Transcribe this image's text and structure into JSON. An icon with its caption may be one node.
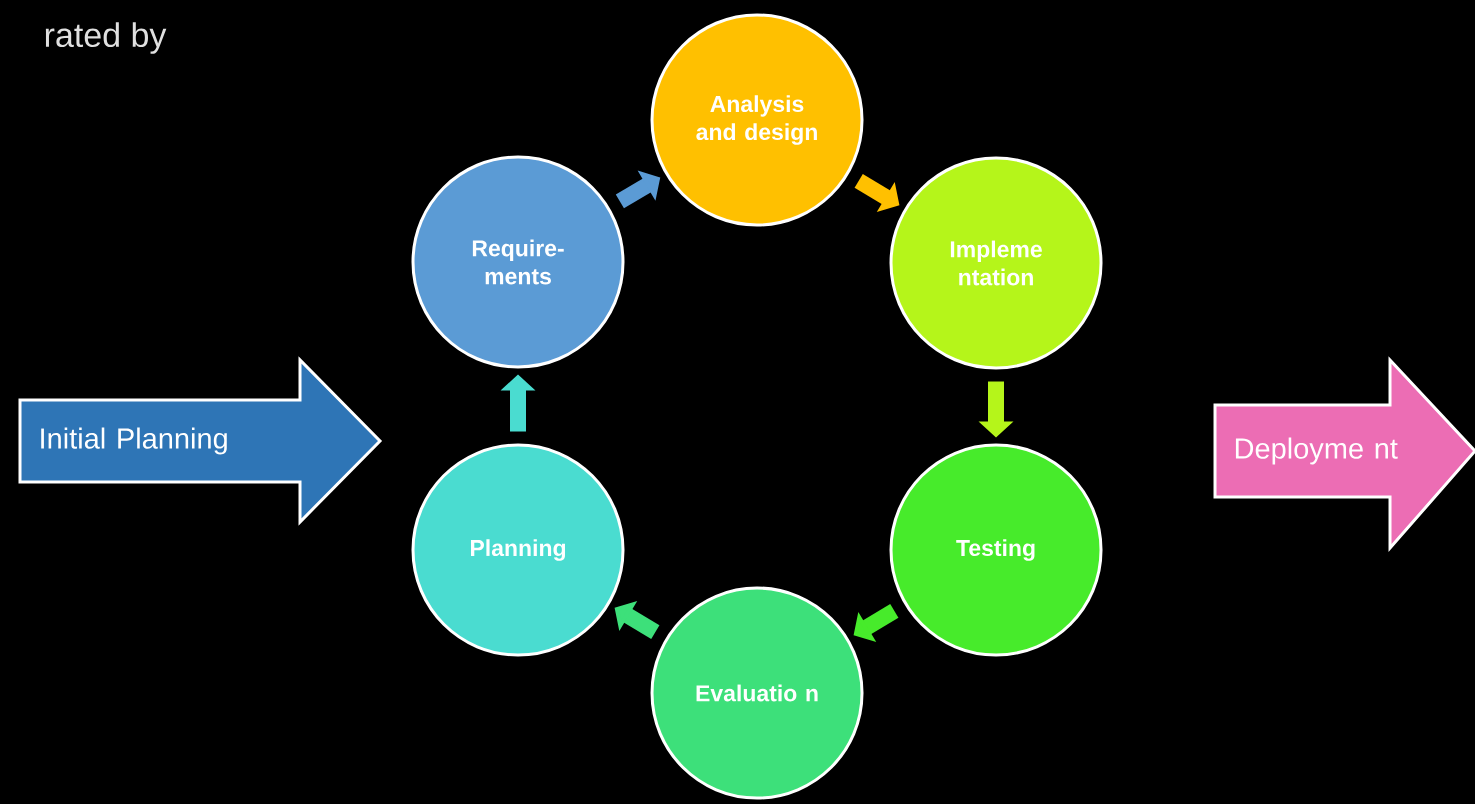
{
  "diagram": {
    "nodes": [
      {
        "text": [
          "Initial Planning"
        ]
      },
      {
        "text": [
          "Require- ments"
        ]
      },
      {
        "text": [
          "Analysis and design"
        ]
      },
      {
        "text": [
          "Impleme ntation"
        ]
      },
      {
        "text": [
          "Testing"
        ]
      },
      {
        "text": [
          "Evaluatio n"
        ]
      },
      {
        "text": [
          "Planning"
        ]
      },
      {
        "text": [
          "Deployme nt"
        ]
      }
    ],
    "edges": [
      {
        "from": 1,
        "to": 2,
        "arrow": "to",
        "color": "#5b9bd5"
      },
      {
        "from": 2,
        "to": 3,
        "arrow": "to",
        "color": "#ffc000"
      },
      {
        "from": 3,
        "to": 4,
        "arrow": "to",
        "color": "#b5f51a"
      },
      {
        "from": 4,
        "to": 5,
        "arrow": "to",
        "color": "#47eb2b"
      },
      {
        "from": 5,
        "to": 6,
        "arrow": "to",
        "color": "#3de07a"
      },
      {
        "from": 6,
        "to": 1,
        "arrow": "to",
        "color": "#4adcd0"
      }
    ],
    "labels": [
      "rated by"
    ]
  }
}
